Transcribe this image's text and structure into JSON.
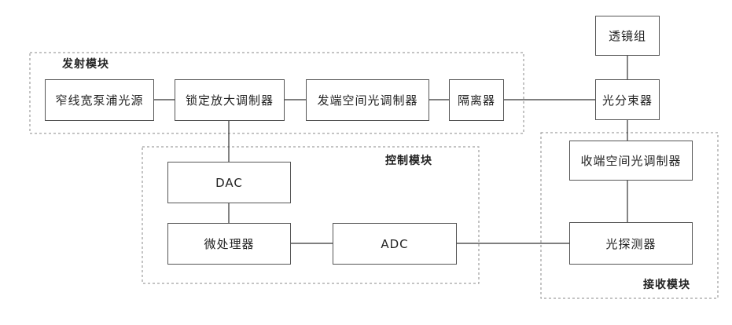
{
  "groups": {
    "transmit": "发射模块",
    "control": "控制模块",
    "receive": "接收模块"
  },
  "boxes": {
    "pump_source": "窄线宽泵浦光源",
    "lockin_modulator": "锁定放大调制器",
    "tx_slm": "发端空间光调制器",
    "isolator": "隔离器",
    "lens_group": "透镜组",
    "beam_splitter": "光分束器",
    "dac": "DAC",
    "microprocessor": "微处理器",
    "adc": "ADC",
    "rx_slm": "收端空间光调制器",
    "photodetector": "光探测器"
  }
}
